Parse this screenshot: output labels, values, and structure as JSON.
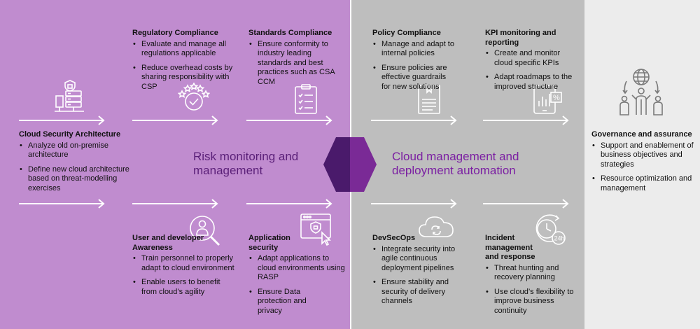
{
  "colors": {
    "purple_panel": "#c08ccf",
    "gray_panel": "#bebebe",
    "light_panel": "#ececec",
    "dark_purple": "#4a1a6b",
    "accent_purple": "#7a2a96",
    "title_purple": "#5a1f78",
    "title_violet": "#7b1fa2"
  },
  "center": {
    "left_title": "Risk monitoring and management",
    "right_title": "Cloud management and deployment automation"
  },
  "blocks": {
    "csa": {
      "title": "Cloud Security Architecture",
      "bullets": [
        "Analyze old on-premise architecture",
        "Define new cloud architecture based on threat-modelling exercises"
      ],
      "icon": "server-lock-icon"
    },
    "regulatory": {
      "title": "Regulatory Compliance",
      "bullets": [
        "Evaluate and manage all regulations applicable",
        "Reduce overhead costs by sharing responsibility with CSP"
      ],
      "icon": "star-check-icon"
    },
    "standards": {
      "title": "Standards Compliance",
      "bullets": [
        "Ensure conformity to industry leading standards and best practices such as CSA CCM"
      ],
      "icon": "clipboard-check-icon"
    },
    "policy": {
      "title": "Policy Compliance",
      "bullets": [
        "Manage and adapt to internal policies",
        "Ensure policies are effective guardrails for new solutions"
      ],
      "icon": "document-icon"
    },
    "kpi": {
      "title": "KPI monitoring and reporting",
      "bullets": [
        "Create and monitor cloud specific KPIs",
        "Adapt roadmaps to the improved structure"
      ],
      "icon": "tablet-chart-icon"
    },
    "governance": {
      "title": "Governance and assurance",
      "bullets": [
        "Support and enablement of business objectives and strategies",
        "Resource optimization and management"
      ],
      "icon": "globe-people-icon"
    },
    "awareness": {
      "title": "User and developer Awareness",
      "bullets": [
        "Train personnel to properly adapt to cloud environment",
        "Enable users to benefit from cloud’s agility"
      ],
      "icon": "person-search-icon"
    },
    "appsec": {
      "title": "Application security",
      "bullets": [
        "Adapt applications to cloud environments using RASP",
        "Ensure Data protection and privacy"
      ],
      "icon": "browser-lock-icon"
    },
    "devsecops": {
      "title": "DevSecOps",
      "bullets": [
        "Integrate security into agile continuous deployment pipelines",
        "Ensure stability and security of delivery channels"
      ],
      "icon": "cloud-sync-icon"
    },
    "incident": {
      "title": "Incident management and response",
      "bullets": [
        "Threat hunting and recovery planning",
        "Use cloud’s flexibility to improve business continuity"
      ],
      "icon": "clock-24h-icon"
    }
  },
  "icon_labels": {
    "clock_24h": "24h",
    "percent": "%"
  }
}
